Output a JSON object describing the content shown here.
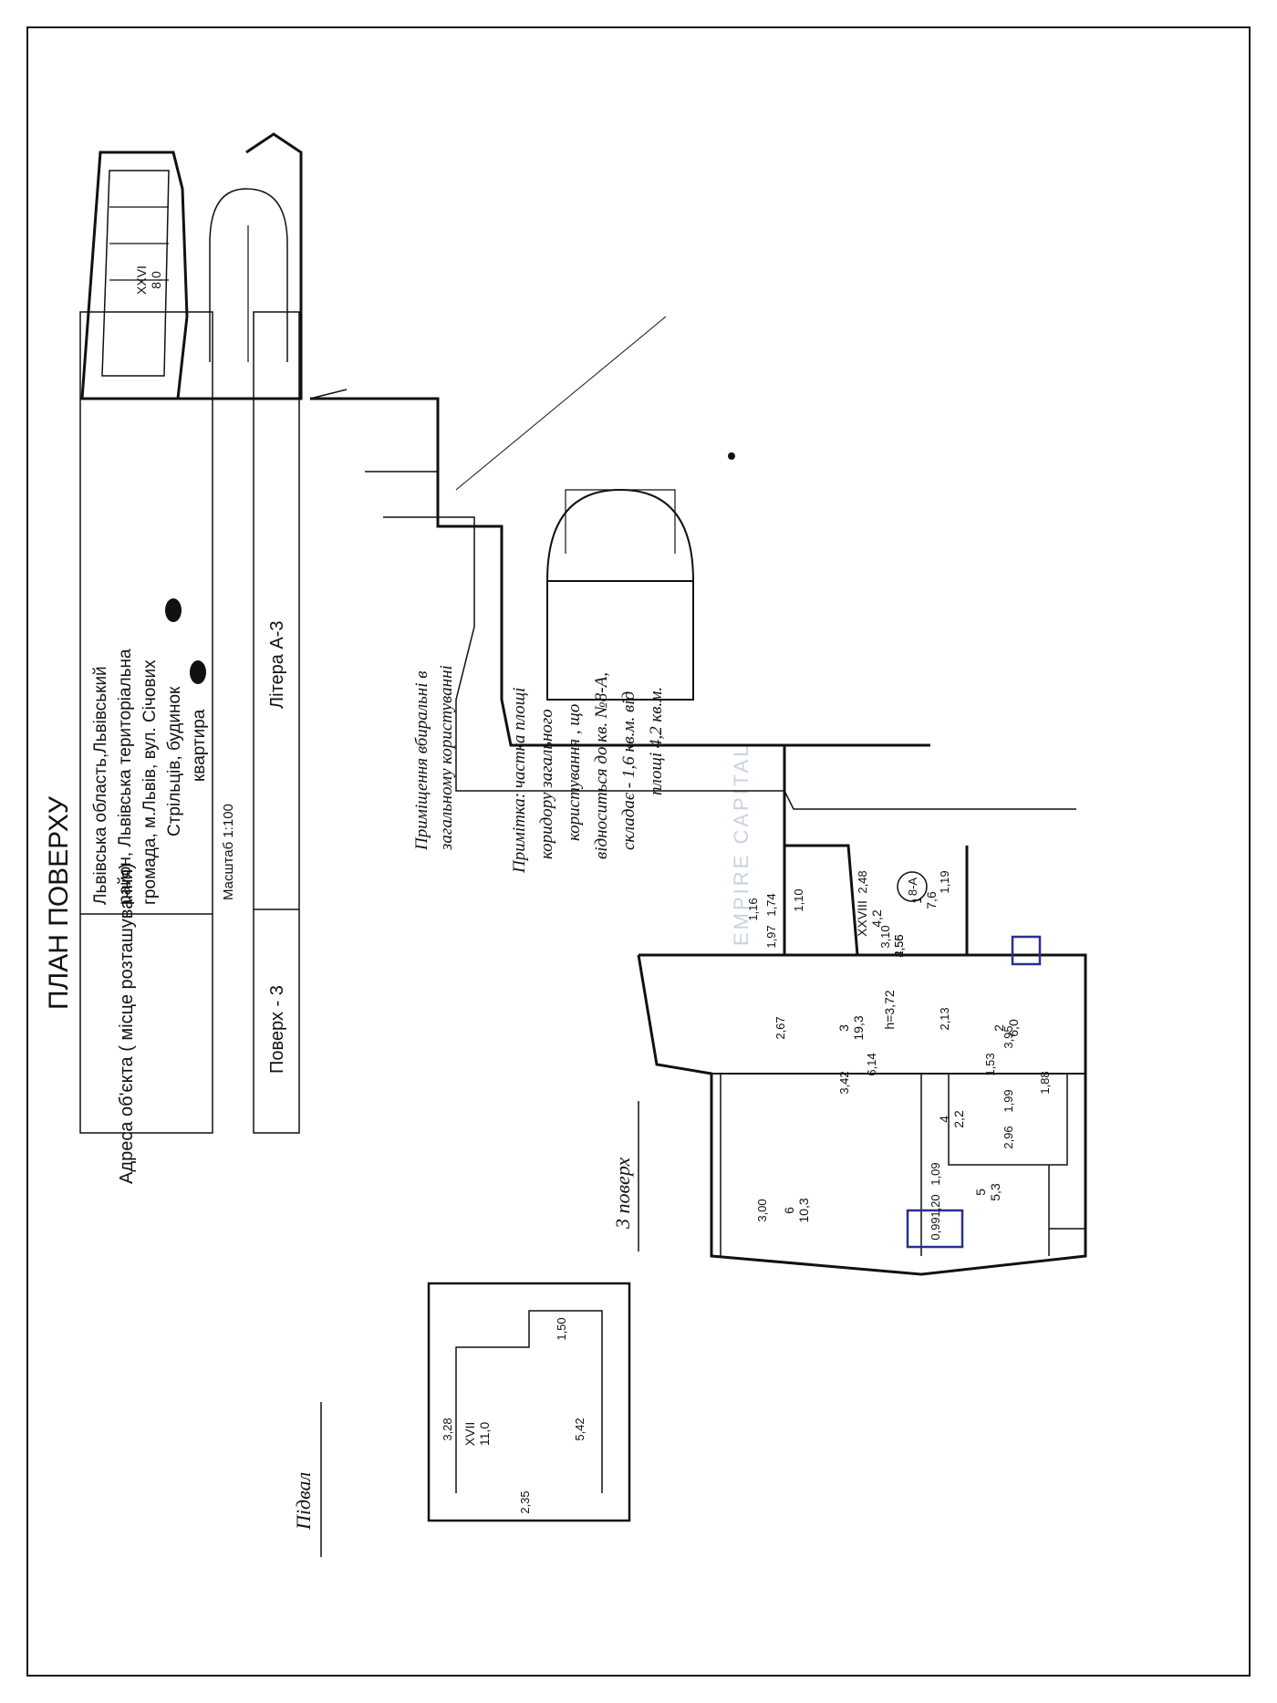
{
  "title": "ПЛАН ПОВЕРХУ",
  "address_label": "Адреса об'єкта ( місце розташування)",
  "address_lines": [
    "Львівська область,Львівський",
    "район, Львівська територіальна",
    "громада,  м.Львів,  вул. Січових",
    "Стрільців,  будинок",
    "квартира"
  ],
  "scale": "Масштаб 1:100",
  "floor_label": "Поверх - 3",
  "litera_label": "Літера А-3",
  "common_note_lines": [
    "Приміщення вбиральні в",
    "загальному користуванні"
  ],
  "note_lines": [
    "Примітка: частка площі",
    "коридору загального",
    "користування , що",
    "відноситься до кв. №8-А,",
    "складає - 1,6 кв.м. від",
    "площі 4,2 кв.м."
  ],
  "floor_caption": "3 поверх",
  "basement_caption": "Підвал",
  "watermark": "EMPIRE CAPITAL",
  "apartment_tag": "8-А",
  "rooms": [
    {
      "num": "XXVI",
      "area": "8,0"
    },
    {
      "num": "XXVIII",
      "area": "4,2"
    },
    {
      "num": "1",
      "area": "7,6"
    },
    {
      "num": "3",
      "area": "19,3"
    },
    {
      "num": "2",
      "area": "6,0"
    },
    {
      "num": "6",
      "area": "10,3"
    },
    {
      "num": "4",
      "area": "2,2"
    },
    {
      "num": "5",
      "area": "5,3"
    },
    {
      "num": "XVII",
      "area": "11,0"
    }
  ],
  "ceiling_height": "h=3,72",
  "dimensions": [
    "2,48",
    "2,56",
    "1,19",
    "2,13",
    "3,10",
    "1,74",
    "1,10",
    "1,16",
    "1,97",
    "4,55",
    "2,67",
    "6,14",
    "1,53",
    "3,95",
    "3,42",
    "3,00",
    "1,09",
    "1,99",
    "1,88",
    "2,96",
    "0,99",
    "1,20",
    "1,50",
    "5,42",
    "3,28",
    "2,35"
  ],
  "colors": {
    "line": "#111111",
    "marker": "#2a2f8f",
    "watermark": "#c9d2e0"
  }
}
